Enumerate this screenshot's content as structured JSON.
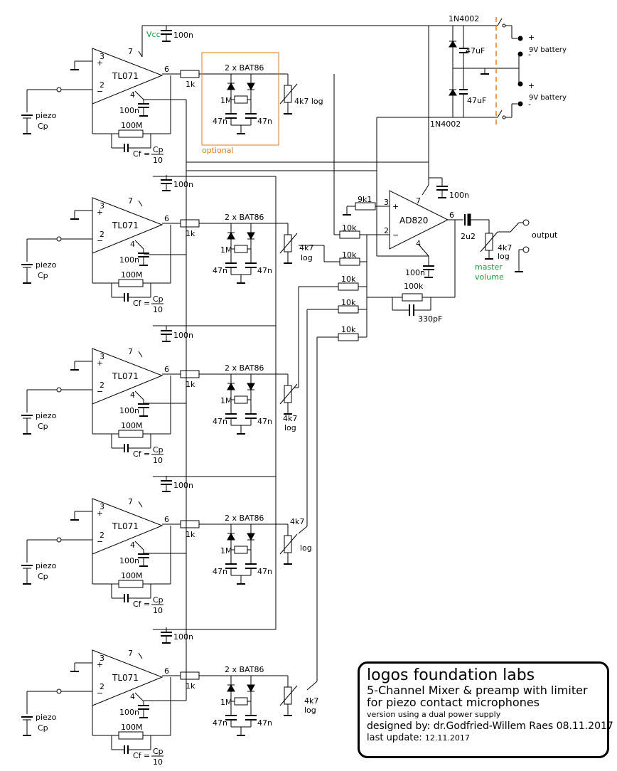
{
  "labels": {
    "vcc": "Vcc",
    "cap_100n": "100n",
    "res_1k": "1k",
    "diodes": "2 x BAT86",
    "res_1M": "1M",
    "cap_47n": "47n",
    "pot_4k7_log": "4k7 log",
    "pot_4k7": "4k7",
    "log": "log",
    "optional": "optional",
    "res_100M": "100M",
    "cf_prefix": "Cf =",
    "cf_num": "Cp",
    "cf_den": "10",
    "piezo": "piezo",
    "cp": "Cp",
    "opamp": "TL071",
    "mixer_opamp": "AD820",
    "res_9k1": "9k1",
    "res_10k": "10k",
    "res_100k": "100k",
    "cap_330pF": "330pF",
    "cap_2u2": "2u2",
    "master": "master",
    "volume": "volume",
    "output": "output",
    "diode_1n4002": "1N4002",
    "cap_47uF": "47uF",
    "battery": "9V battery",
    "plus": "+",
    "minus": "-",
    "pin2": "2",
    "pin3": "3",
    "pin4": "4",
    "pin6": "6",
    "pin7": "7",
    "sign_plus": "+",
    "sign_minus": "−"
  },
  "title_block": {
    "org": "logos foundation labs",
    "line1": "5-Channel Mixer & preamp with limiter",
    "line2": "for piezo contact microphones",
    "line3": "version using a dual power supply",
    "designed_label": "designed by:",
    "designer": "dr.Godfried-Willem Raes",
    "design_date": "08.11.2017",
    "update_label": "last update:",
    "update_date": "12.11.2017"
  },
  "colors": {
    "green": "#1a9a3a",
    "orange": "#e07a1a"
  }
}
